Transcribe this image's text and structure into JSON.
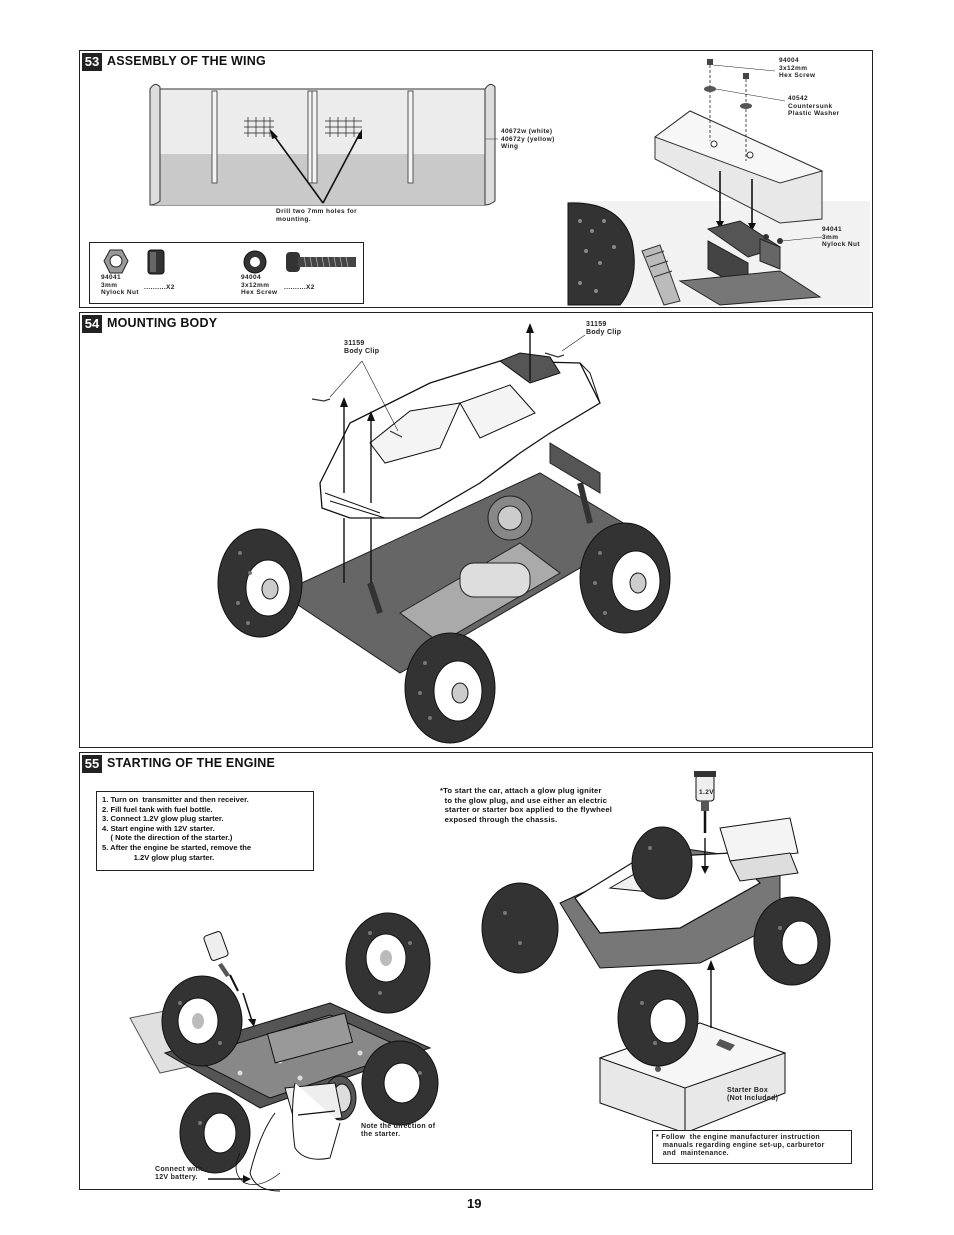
{
  "page_number": "19",
  "step53": {
    "number": "53",
    "title": "ASSEMBLY OF THE WING",
    "wing_label": "40672w (white)\n40672y (yellow)\nWing",
    "drill_note": "Drill two 7mm holes for\nmounting.",
    "top_screw_label": "94004\n3x12mm\nHex Screw",
    "washer_label": "40542\nCountersunk\nPlastic Washer",
    "nut_label_right": "94041\n3mm\nNylock Nut",
    "parts": [
      {
        "label": "94041\n3mm\nNylock Nut",
        "qty": "..........X2",
        "icon": "nylock-nut-icon"
      },
      {
        "label": "94004\n3x12mm\nHex Screw",
        "qty": "..........X2",
        "icon": "hex-screw-icon"
      }
    ]
  },
  "step54": {
    "number": "54",
    "title": "MOUNTING BODY",
    "clip_left": "31159\nBody Clip",
    "clip_right": "31159\nBody Clip"
  },
  "step55": {
    "number": "55",
    "title": "STARTING OF THE ENGINE",
    "instructions": "1. Turn on  transmitter and then receiver.\n2. Fill fuel tank with fuel bottle.\n3. Connect 1.2V glow plug starter.\n4. Start engine with 12V starter.\n    ( Note the direction of the starter.)\n5. After the engine be started, remove the\n               1.2V glow plug starter.",
    "glow_note": "*To start the car, attach a glow plug igniter\n  to the glow plug, and use either an electric\n  starter or starter box applied to the flywheel\n  exposed through the chassis.",
    "glow_label": "1.2V",
    "starter_box": "Starter Box\n(Not Included)",
    "direction_note": "Note the direction of\nthe starter.",
    "battery_note": "Connect with\n12V battery.",
    "follow_note": "* Follow  the engine manufacturer instruction\n   manuals regarding engine set-up, carburetor\n   and  maintenance."
  }
}
